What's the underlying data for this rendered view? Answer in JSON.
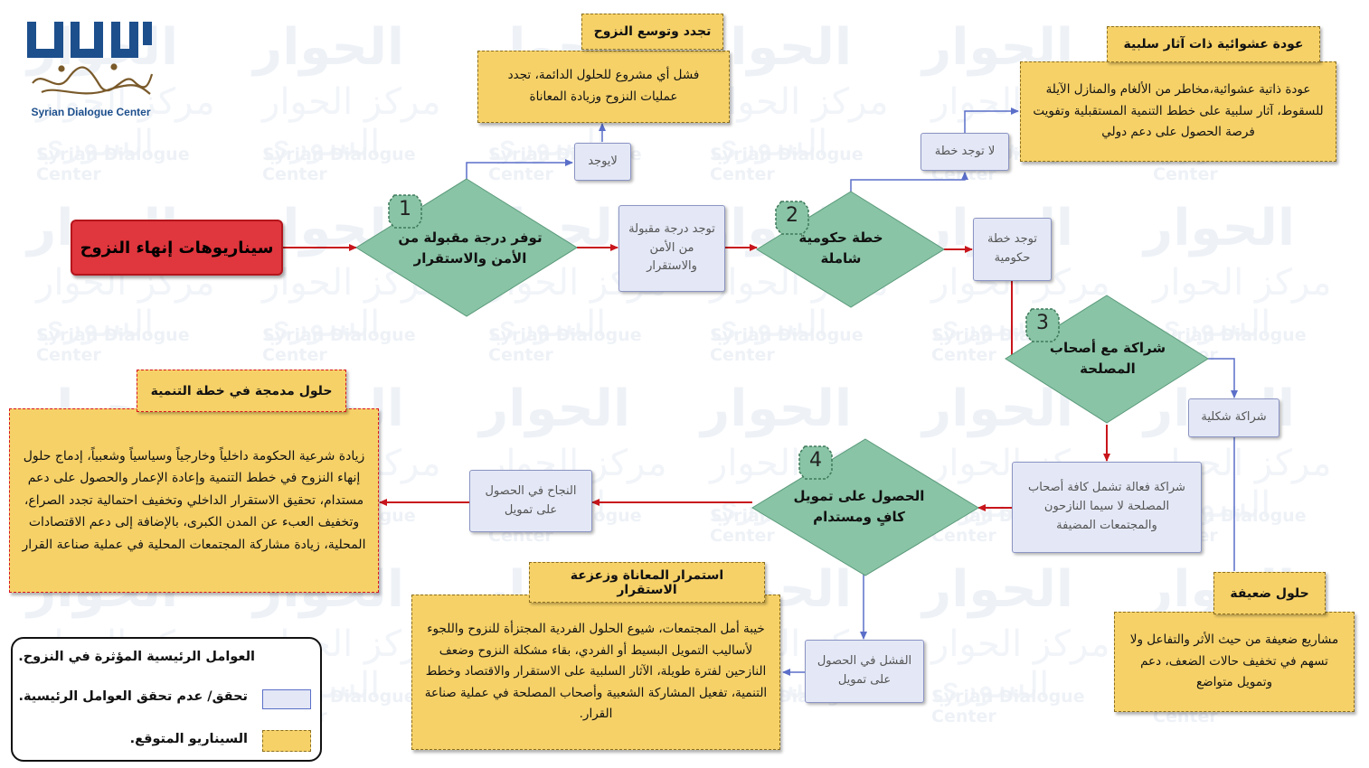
{
  "logo": {
    "wordmark_ar": "الحوار",
    "calligraphy_ar": "مركز الحوار السوري",
    "name_en": "Syrian Dialogue Center"
  },
  "watermark": {
    "wordmark_ar": "الحوار",
    "calligraphy_ar": "مركز الحوار السوري",
    "name_en": "Syrian Dialogue Center"
  },
  "start": {
    "label": "سيناريوهات إنهاء النزوح"
  },
  "factors": [
    {
      "number": "1",
      "label": "توفر درجة مقبولة من الأمن والاستقرار"
    },
    {
      "number": "2",
      "label": "خطة حكومية شاملة"
    },
    {
      "number": "3",
      "label": "شراكة مع أصحاب المصلحة"
    },
    {
      "number": "4",
      "label": "الحصول على تمويل كافٍ ومستدام"
    }
  ],
  "conditions": {
    "no_security": "لايوجد",
    "security_yes": "توجد درجة مقبولة من الأمن والاستقرار",
    "no_plan": "لا توجد خطة",
    "plan_yes": "توجد خطة حكومية",
    "partner_formal": "شراكة شكلية",
    "partner_effective": "شراكة فعالة تشمل كافة أصحاب المصلحة لا سيما النازحون والمجتمعات المضيفة",
    "funding_success": "النجاح في الحصول على تمويل",
    "funding_fail": "الفشل في الحصول على تمويل"
  },
  "scenarios": {
    "renewed": {
      "title": "تجدد وتوسع النزوح",
      "text": "فشل أي مشروع للحلول الدائمة، تجدد عمليات النزوح وزيادة المعاناة"
    },
    "random_return": {
      "title": "عودة عشوائية ذات آثار سلبية",
      "text": "عودة ذاتية عشوائية،مخاطر من الألغام والمنازل الآيلة للسقوط، آثار سلبية على خطط التنمية المستقبلية وتفويت فرصة الحصول على دعم دولي"
    },
    "weak": {
      "title": "حلول ضعيفة",
      "text": "مشاريع ضعيفة من حيث الأثر والتفاعل ولا تسهم في تخفيف حالات الضعف، دعم وتمويل متواضع"
    },
    "continued": {
      "title": "استمرار المعاناة وزعزعة الاستقرار",
      "text": "خيبة أمل المجتمعات، شيوع الحلول الفردية المجتزأة للنزوح واللجوء لأساليب التمويل البسيط أو الفردي، بقاء مشكلة النزوح وضعف النازحين لفترة طويلة، الآثار السلبية على الاستقرار والاقتصاد وخطط التنمية، تفعيل المشاركة الشعبية وأصحاب المصلحة في عملية صناعة القرار."
    },
    "integrated": {
      "title": "حلول مدمجة في خطة التنمية",
      "text": "زيادة شرعية الحكومة داخلياً وخارجياً وسياسياً وشعبياً، إدماج حلول إنهاء النزوح في خطط التنمية وإعادة الإعمار والحصول على دعم مستدام، تحقيق الاستقرار الداخلي وتخفيف احتمالية تجدد الصراع، وتخفيف العبء عن المدن الكبرى، بالإضافة إلى دعم الاقتصادات المحلية، زيادة مشاركة المجتمعات المحلية في عملية صناعة القرار"
    }
  },
  "legend": [
    {
      "label": "العوامل الرئيسية المؤثرة في النزوح.",
      "shape": "diamond",
      "color": "#89c4a6"
    },
    {
      "label": "تحقق/ عدم تحقق العوامل الرئيسية.",
      "shape": "rect",
      "color": "#e4e8f6"
    },
    {
      "label": "السيناريو المتوقع.",
      "shape": "rect",
      "color": "#f6d168"
    }
  ],
  "colors": {
    "main_flow": "#c8151c",
    "alt_flow": "#5b6fc9",
    "diamond": "#89c4a6",
    "start": "#e0363d",
    "scenario": "#f6d168",
    "condition": "#e4e8f6"
  }
}
